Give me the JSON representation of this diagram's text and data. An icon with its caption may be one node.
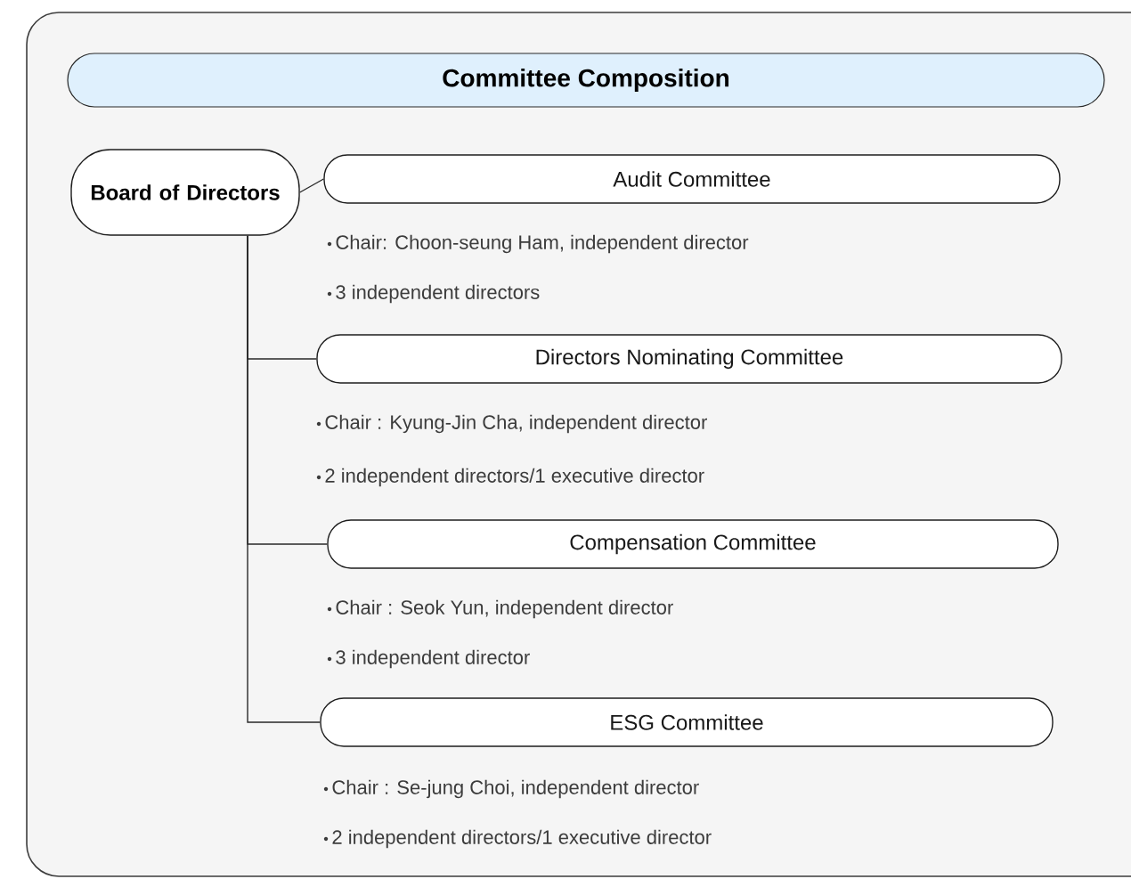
{
  "diagram": {
    "title": "Committee Composition",
    "nodes": [
      {
        "text": [
          "Board of Directors"
        ]
      },
      {
        "text": [
          "Audit Committee"
        ],
        "beside": [
          "Chair: Choon-seung Ham, independent director",
          "3 independent directors"
        ]
      },
      {
        "text": [
          "Directors Nominating Committee"
        ],
        "beside": [
          "Chair : Kyung-Jin Cha, independent director",
          "2 independent directors/1 executive director"
        ]
      },
      {
        "text": [
          "Compensation Committee"
        ],
        "beside": [
          "Chair : Seok Yun, independent director",
          "3 independent director"
        ]
      },
      {
        "text": [
          "ESG Committee"
        ],
        "beside": [
          "Chair : Se-jung Choi, independent director",
          "2 independent directors/1 executive director"
        ]
      }
    ],
    "edges": [
      {
        "from": 0,
        "to": 1,
        "arrow": "none"
      },
      {
        "from": 0,
        "to": 2,
        "arrow": "none"
      },
      {
        "from": 0,
        "to": 3,
        "arrow": "none"
      },
      {
        "from": 0,
        "to": 4,
        "arrow": "none"
      }
    ]
  }
}
